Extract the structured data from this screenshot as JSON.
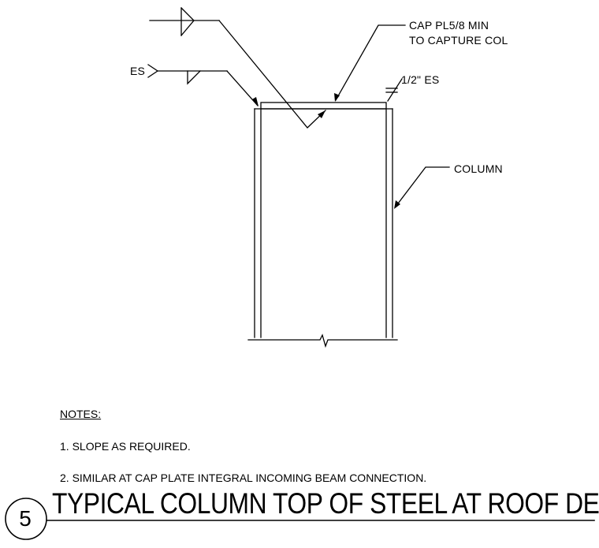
{
  "drawing": {
    "labels": {
      "cap_plate_line1": "CAP PL5/8 MIN",
      "cap_plate_line2": "TO CAPTURE COL",
      "weld_size": "1/2\" ES",
      "column": "COLUMN",
      "weld_es": "ES"
    },
    "notes": {
      "heading": "NOTES:",
      "items": [
        "1.  SLOPE AS REQUIRED.",
        "2.  SIMILAR AT CAP PLATE INTEGRAL INCOMING BEAM CONNECTION."
      ]
    },
    "detail": {
      "number": "5",
      "title": "TYPICAL COLUMN TOP OF STEEL AT ROOF DECK"
    }
  }
}
